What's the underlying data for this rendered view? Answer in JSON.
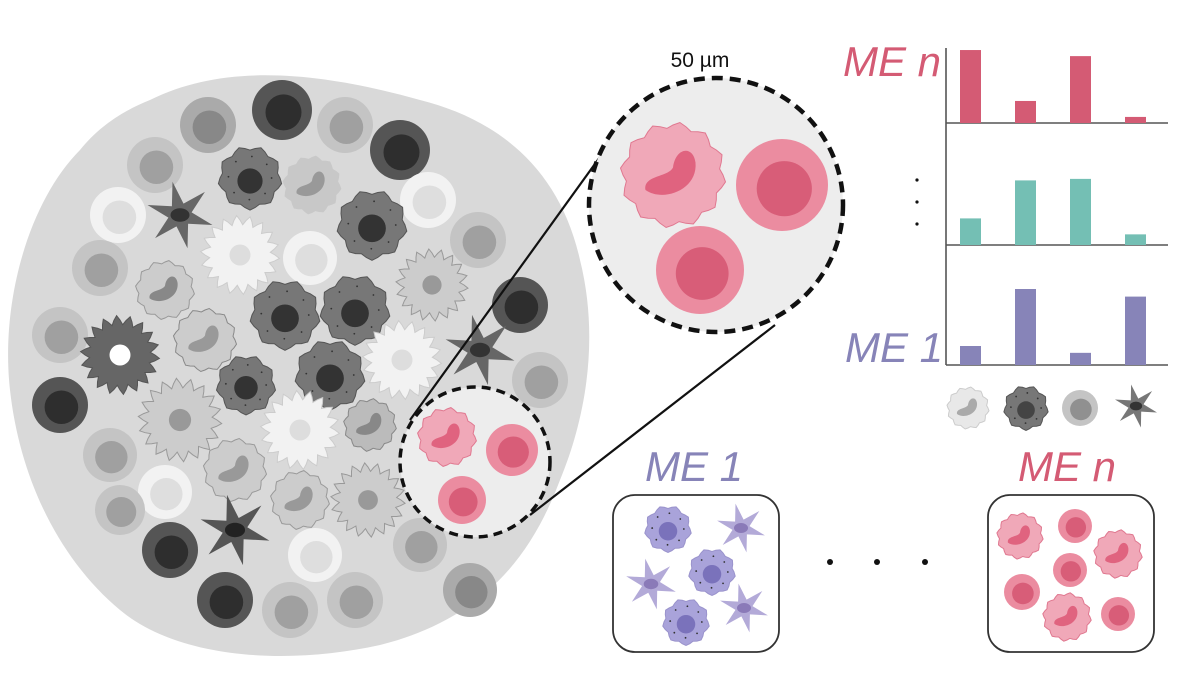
{
  "scale_label": "50 µm",
  "labels": {
    "chart_top": "ME n",
    "chart_bottom": "ME 1",
    "box_left": "ME 1",
    "box_right": "ME n"
  },
  "colors": {
    "me_n": "#d45b74",
    "me_mid": "#74bfb4",
    "me_1": "#8784b8",
    "tissue": "#d9d9d9"
  },
  "chart_data": {
    "type": "bar",
    "categories": [
      "neutrophil-icon",
      "granular-cell-icon",
      "round-cell-icon",
      "dendritic-cell-icon"
    ],
    "series": [
      {
        "name": "ME n",
        "values": [
          0.96,
          0.29,
          0.88,
          0.08
        ]
      },
      {
        "name": "...",
        "values": [
          0.35,
          0.85,
          0.87,
          0.14
        ]
      },
      {
        "name": "ME 1",
        "values": [
          0.25,
          1.0,
          0.16,
          0.9
        ]
      }
    ],
    "ylim": [
      0,
      1
    ],
    "title": "",
    "xlabel": "",
    "ylabel": ""
  }
}
